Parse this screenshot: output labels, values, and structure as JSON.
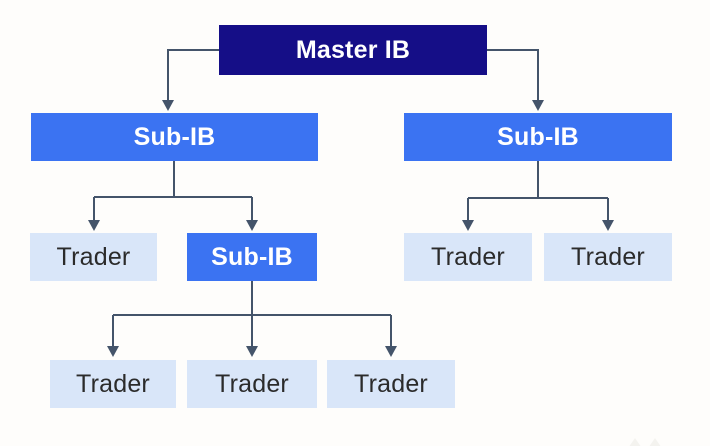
{
  "diagram": {
    "type": "hierarchy",
    "description": "IB referral structure tree",
    "nodes": {
      "master": {
        "label": "Master IB",
        "role": "master-ib",
        "level": 1
      },
      "sub_left": {
        "label": "Sub-IB",
        "role": "sub-ib",
        "level": 2
      },
      "sub_right": {
        "label": "Sub-IB",
        "role": "sub-ib",
        "level": 2
      },
      "trader_left": {
        "label": "Trader",
        "role": "trader",
        "level": 3
      },
      "sub_mid": {
        "label": "Sub-IB",
        "role": "sub-ib",
        "level": 3
      },
      "trader_r1": {
        "label": "Trader",
        "role": "trader",
        "level": 3
      },
      "trader_r2": {
        "label": "Trader",
        "role": "trader",
        "level": 3
      },
      "trader_b1": {
        "label": "Trader",
        "role": "trader",
        "level": 4
      },
      "trader_b2": {
        "label": "Trader",
        "role": "trader",
        "level": 4
      },
      "trader_b3": {
        "label": "Trader",
        "role": "trader",
        "level": 4
      }
    },
    "edges": [
      {
        "from": "master",
        "to": "sub_left"
      },
      {
        "from": "master",
        "to": "sub_right"
      },
      {
        "from": "sub_left",
        "to": "trader_left"
      },
      {
        "from": "sub_left",
        "to": "sub_mid"
      },
      {
        "from": "sub_right",
        "to": "trader_r1"
      },
      {
        "from": "sub_right",
        "to": "trader_r2"
      },
      {
        "from": "sub_mid",
        "to": "trader_b1"
      },
      {
        "from": "sub_mid",
        "to": "trader_b2"
      },
      {
        "from": "sub_mid",
        "to": "trader_b3"
      }
    ],
    "colors": {
      "master_fill": "#150E87",
      "sub_ib_fill": "#3B73F2",
      "trader_fill": "#D9E6F9",
      "connector": "#44546A",
      "label_on_blue": "#FFFFFF",
      "trader_text": "#2B2B2B",
      "background": "#FEFDFB"
    }
  }
}
